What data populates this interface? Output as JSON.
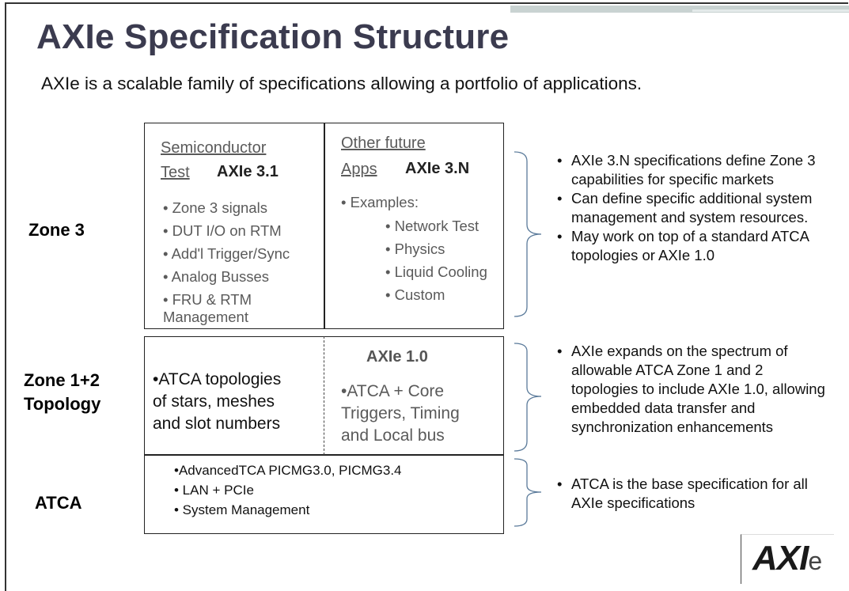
{
  "title": "AXIe Specification Structure",
  "subtitle": "AXIe is a scalable family of specifications allowing a portfolio of applications.",
  "zones": {
    "zone3": "Zone 3",
    "zone12_line1": "Zone 1+2",
    "zone12_line2": "Topology",
    "atca": "ATCA"
  },
  "zone3_left": {
    "heading_line1": "Semiconductor",
    "heading_line2": "Test",
    "spec": "AXIe 3.1",
    "items": [
      "• Zone 3 signals",
      "• DUT I/O on RTM",
      "• Add'l Trigger/Sync",
      "• Analog Busses",
      "• FRU & RTM"
    ],
    "items_cont": "Management"
  },
  "zone3_right": {
    "heading_line1": "Other future",
    "heading_line2": "Apps",
    "spec": "AXIe 3.N",
    "examples": "• Examples:",
    "items": [
      "• Network Test",
      "• Physics",
      "• Liquid Cooling",
      "• Custom"
    ]
  },
  "zone12_left": {
    "lines": [
      "•ATCA  topologies",
      "of stars, meshes",
      "and slot numbers"
    ]
  },
  "zone12_right": {
    "spec": "AXIe 1.0",
    "lines": [
      "•ATCA + Core",
      "Triggers, Timing",
      "and Local bus"
    ]
  },
  "atca_box": {
    "lines": [
      "•AdvancedTCA  PICMG3.0,  PICMG3.4",
      "• LAN + PCIe",
      "• System Management"
    ]
  },
  "right_zone3": [
    "AXIe 3.N specifications define Zone 3 capabilities for specific markets",
    "Can define specific additional system management and system resources.",
    " May work on top of a standard ATCA  topologies or AXIe 1.0"
  ],
  "right_zone12": [
    "AXIe expands on the spectrum of allowable ATCA  Zone 1 and 2 topologies to include AXIe 1.0, allowing embedded data transfer and synchronization enhancements"
  ],
  "right_atca": [
    "ATCA is the base specification for all AXIe specifications"
  ],
  "logo": {
    "main": "AXI",
    "suffix": "e"
  },
  "colors": {
    "title": "#3b3b4f",
    "accent_bar": "#c9d3d2",
    "gray_text": "#5a5a5a"
  }
}
